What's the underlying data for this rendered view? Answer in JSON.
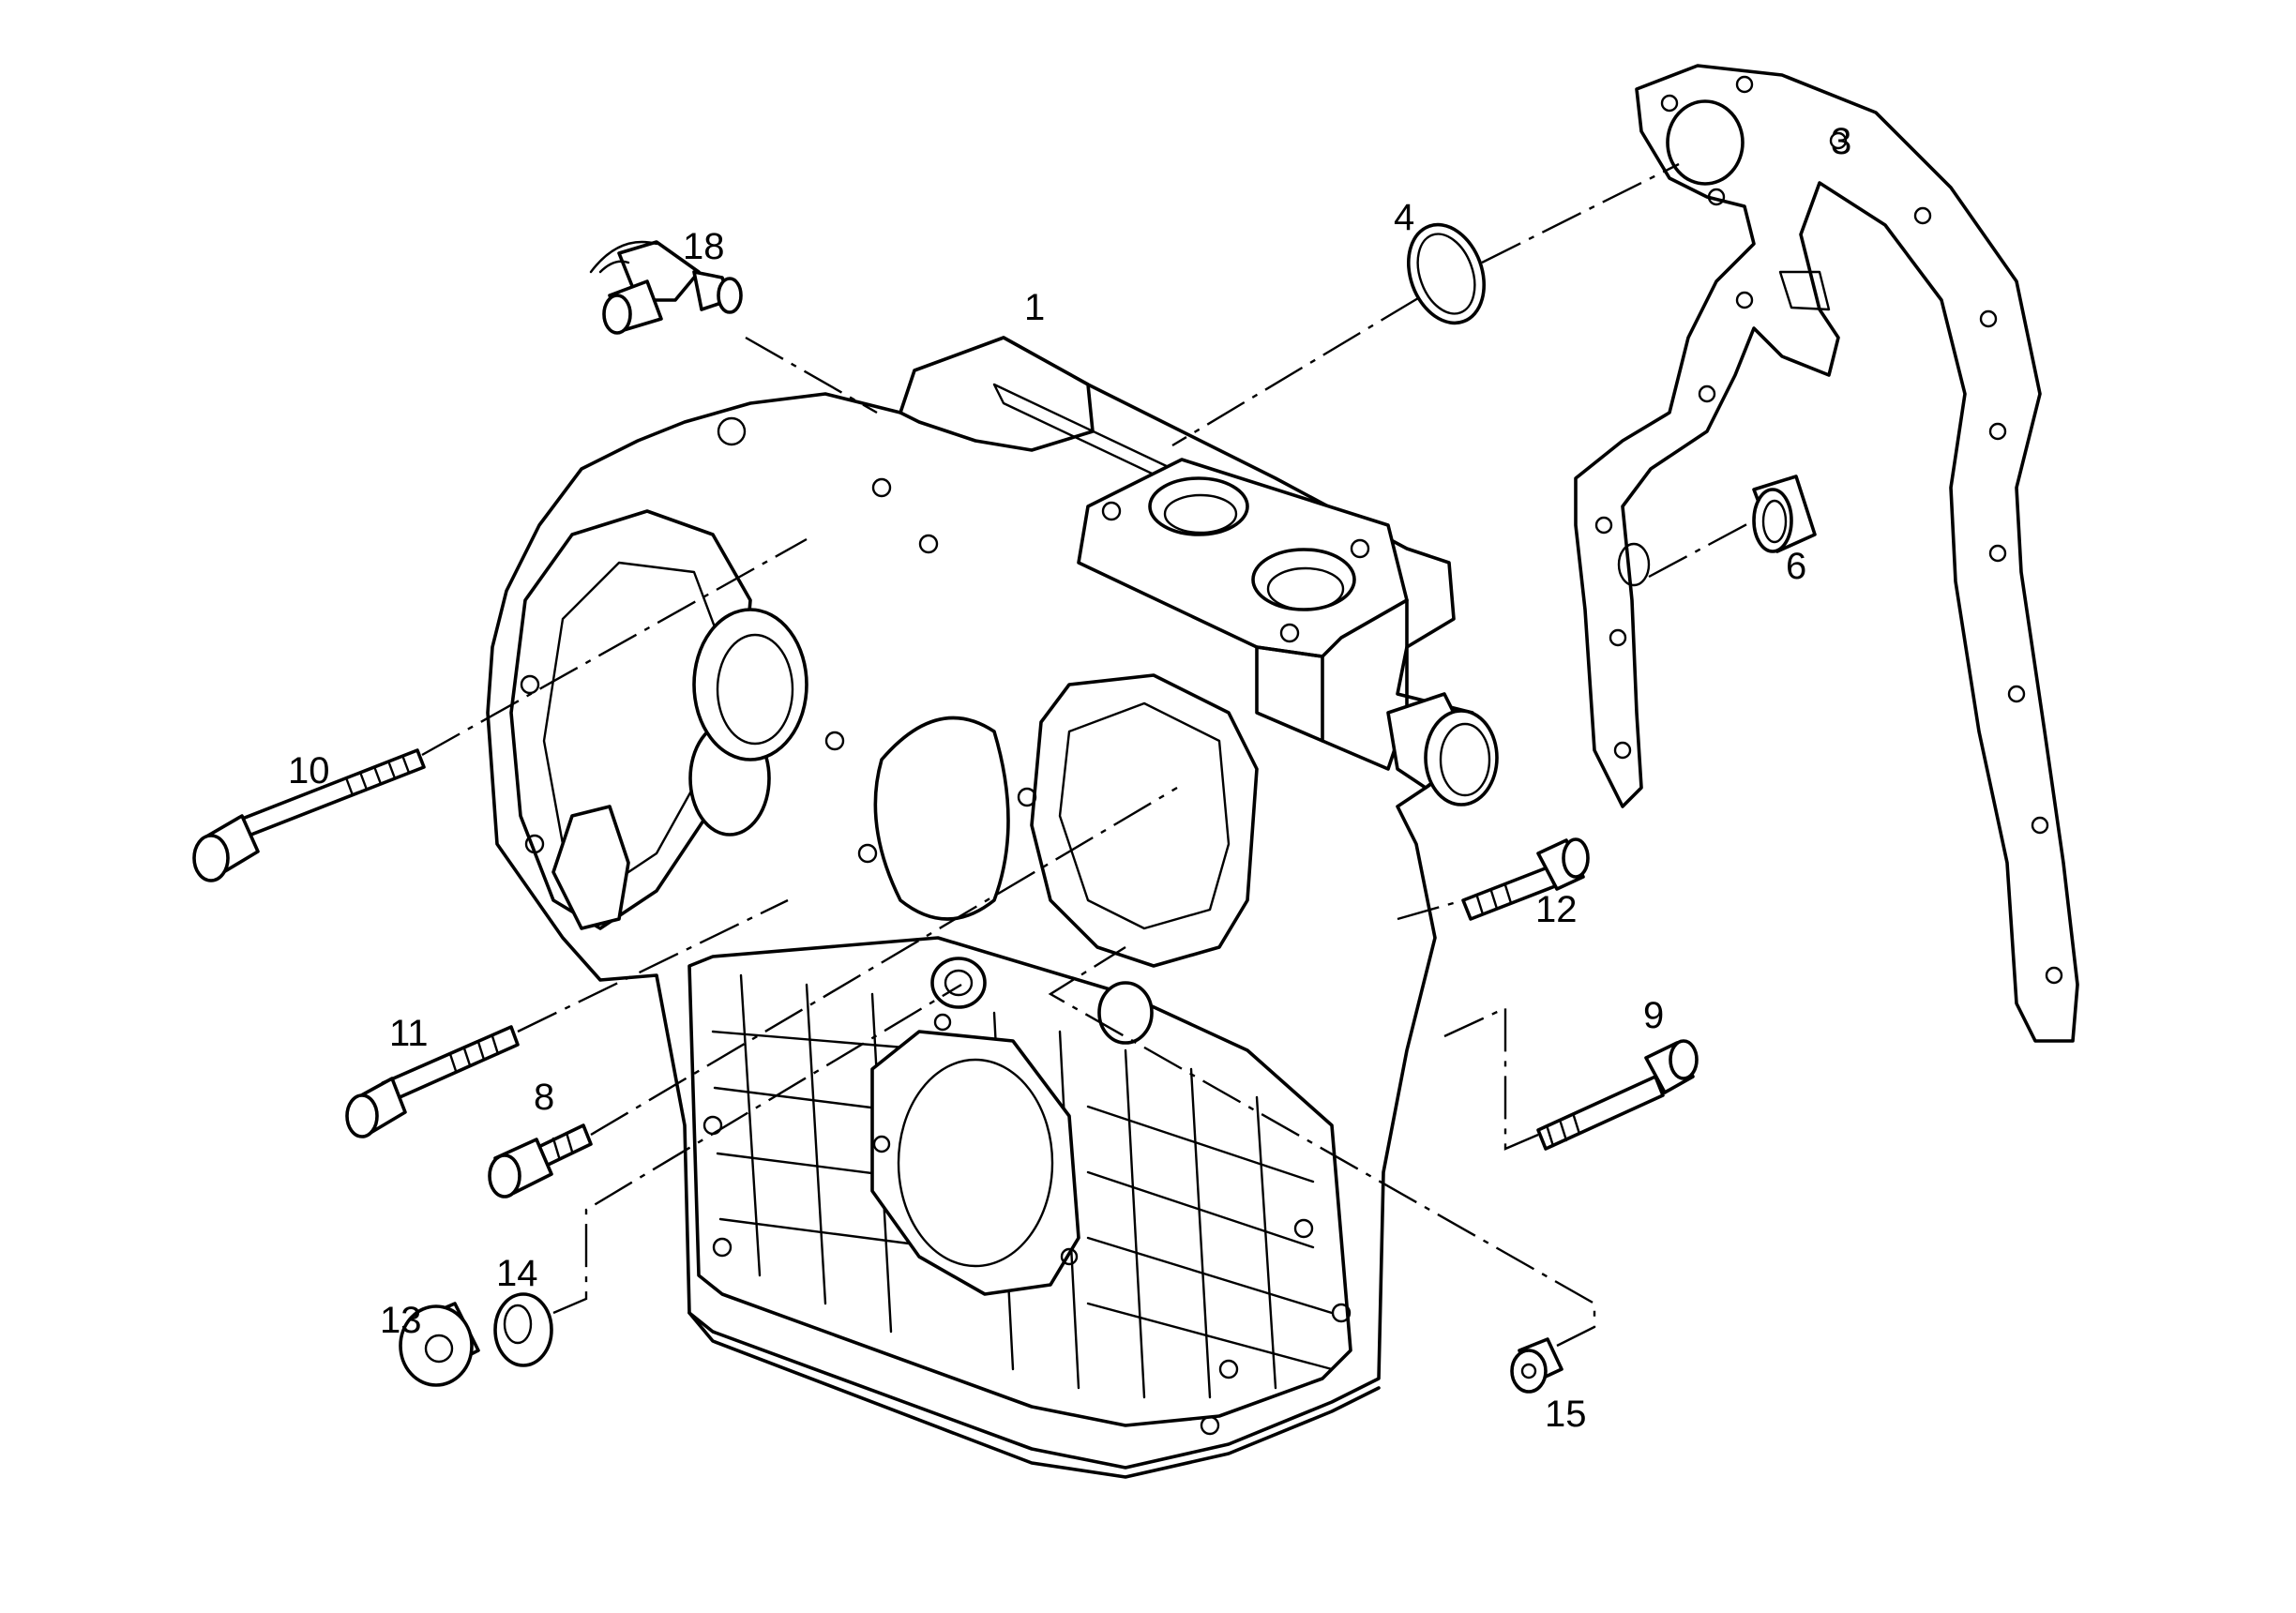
{
  "callouts": [
    {
      "id": "1",
      "label": "1"
    },
    {
      "id": "3",
      "label": "3"
    },
    {
      "id": "4",
      "label": "4"
    },
    {
      "id": "6",
      "label": "6"
    },
    {
      "id": "8",
      "label": "8"
    },
    {
      "id": "9",
      "label": "9"
    },
    {
      "id": "10",
      "label": "10"
    },
    {
      "id": "11",
      "label": "11"
    },
    {
      "id": "12",
      "label": "12"
    },
    {
      "id": "13",
      "label": "13"
    },
    {
      "id": "14",
      "label": "14"
    },
    {
      "id": "15",
      "label": "15"
    },
    {
      "id": "18",
      "label": "18"
    }
  ]
}
